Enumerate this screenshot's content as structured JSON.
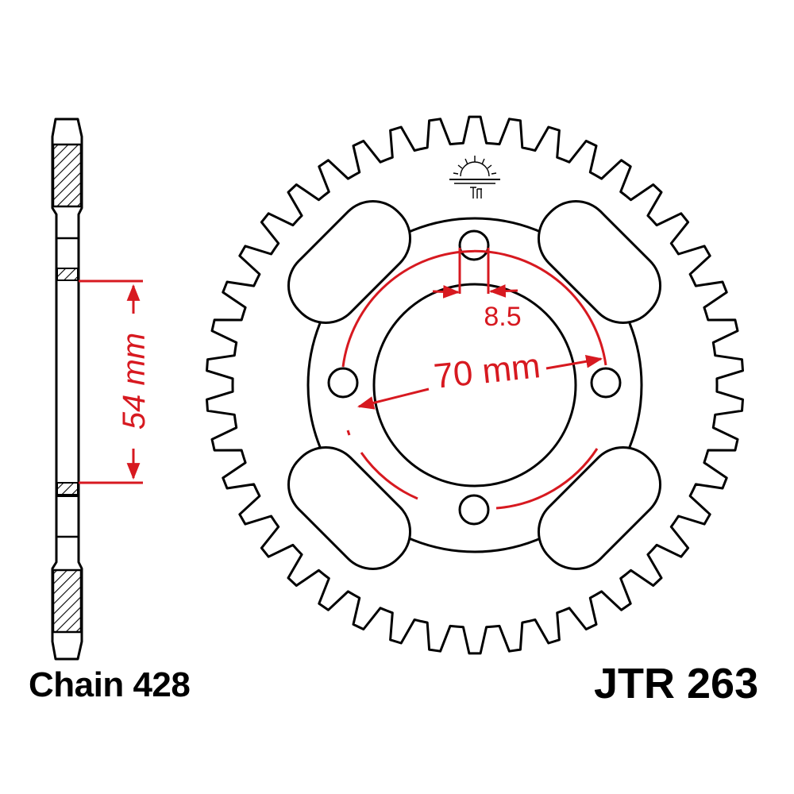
{
  "labels": {
    "chain": "Chain 428",
    "part_number": "JTR 263"
  },
  "dimensions": {
    "hub_height": "54 mm",
    "bolt_circle": "70 mm",
    "bolt_hole": "8.5"
  },
  "sprocket": {
    "teeth": 42
  },
  "colors": {
    "outline": "#000000",
    "dimension": "#d71920",
    "hatch": "#000000"
  },
  "icons": {
    "logo": "jt-sunrise-logo-icon"
  }
}
